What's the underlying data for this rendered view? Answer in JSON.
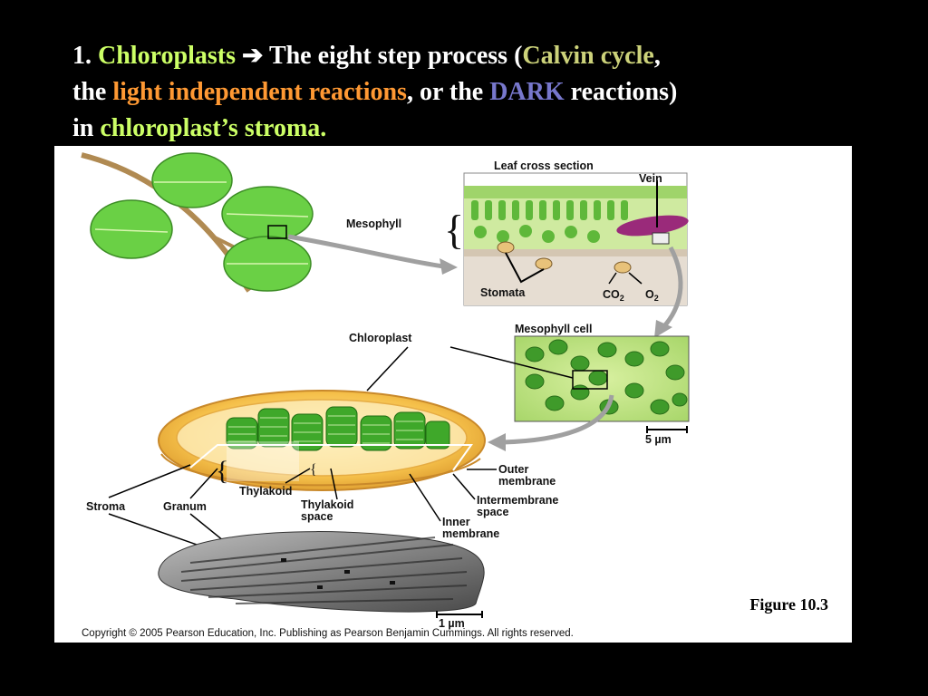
{
  "title": {
    "number": "1.",
    "term": "Chloroplasts",
    "arrow": "➔",
    "part1": "The eight step process (",
    "calvin": "Calvin cycle",
    "part2": ",",
    "the": "the",
    "light": "light independent reactions",
    "part3": ", or the",
    "dark": "DARK",
    "part4": "reactions)",
    "in": "in",
    "stroma": "chloroplast’s stroma."
  },
  "figure": {
    "leaf_cross_section": "Leaf cross section",
    "vein": "Vein",
    "mesophyll": "Mesophyll",
    "stomata": "Stomata",
    "co2": "CO",
    "co2_sub": "2",
    "o2": "O",
    "o2_sub": "2",
    "mesophyll_cell": "Mesophyll cell",
    "chloroplast": "Chloroplast",
    "scale_5": "5 µm",
    "outer_membrane_1": "Outer",
    "outer_membrane_2": "membrane",
    "intermembrane_1": "Intermembrane",
    "intermembrane_2": "space",
    "inner_membrane_1": "Inner",
    "inner_membrane_2": "membrane",
    "thylakoid": "Thylakoid",
    "thylakoid_space_1": "Thylakoid",
    "thylakoid_space_2": "space",
    "stroma": "Stroma",
    "granum": "Granum",
    "scale_1": "1 µm",
    "figure_number": "Figure 10.3",
    "copyright": "Copyright © 2005 Pearson Education, Inc. Publishing as Pearson Benjamin Cummings. All rights reserved."
  },
  "colors": {
    "lime": "#ccff66",
    "khaki": "#ccd27a",
    "orange": "#ff9933",
    "purple": "#7777cc",
    "leaf_green": "#5fcf3a",
    "chloroplast_gold": "#f5c04a"
  }
}
